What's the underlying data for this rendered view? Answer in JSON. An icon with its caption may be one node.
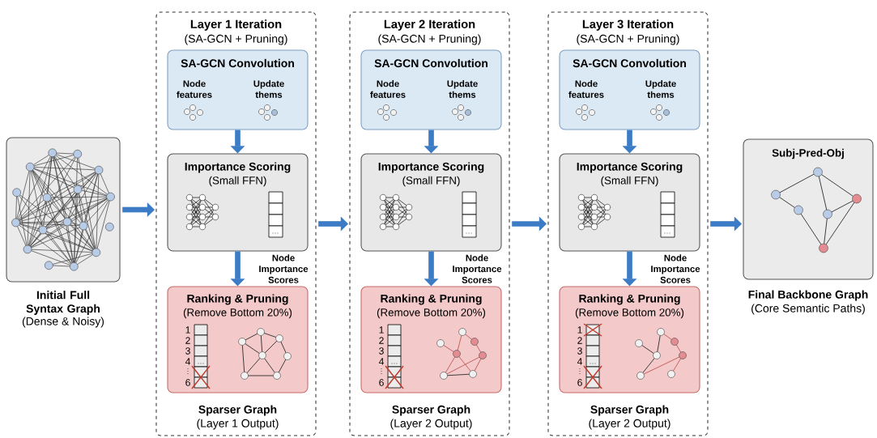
{
  "diagram": {
    "nodes": [
      {
        "text": [],
        "shape": "box",
        "beside": [
          "Initial Full Syntax Graph",
          "(Dense & Noisy)"
        ]
      },
      {
        "text": [
          "Layer 1 Iteration",
          "(SA-GCN + Pruning)"
        ]
      },
      {
        "text": [
          "SA-GCN Convolution",
          "Node features",
          "Update thems"
        ],
        "in": 1
      },
      {
        "text": [
          "Importance Scoring",
          "(Small FFN)",
          "Node Importance Scores"
        ],
        "in": 1
      },
      {
        "text": [
          "Ranking & Pruning",
          "(Remove Bottom 20%)",
          "1",
          "2",
          "3",
          "4",
          "6"
        ],
        "in": 1,
        "beside": [
          "Sparser Graph",
          "(Layer 1 Output)"
        ]
      },
      {
        "text": [
          "Layer 2 Iteration",
          "(SA-GCN + Pruning)"
        ]
      },
      {
        "text": [
          "SA-GCN Convolution",
          "Node features",
          "Update thems"
        ],
        "in": 5
      },
      {
        "text": [
          "Importance Scoring",
          "(Small FFN)",
          "Node Importance Scores"
        ],
        "in": 5
      },
      {
        "text": [
          "Ranking & Pruning",
          "(Remove Bottom 20%)",
          "1",
          "2",
          "3",
          "4",
          "6"
        ],
        "in": 5,
        "beside": [
          "Sparser Graph",
          "(Layer 2 Output)"
        ]
      },
      {
        "text": [
          "Layer 3 Iteration",
          "(SA-GCN + Pruning)"
        ]
      },
      {
        "text": [
          "SA-GCN Convolution",
          "Node features",
          "Update thems"
        ],
        "in": 9
      },
      {
        "text": [
          "Importance Scoring",
          "(Small FFN)",
          "Node Importance Scores"
        ],
        "in": 9
      },
      {
        "text": [
          "Ranking & Pruning",
          "(Remove Bottom 20%)",
          "1",
          "2",
          "3",
          "4",
          "6"
        ],
        "in": 9,
        "beside": [
          "Sparser Graph",
          "(Layer 2 Output)"
        ]
      },
      {
        "text": [
          "Subj-Pred-Obj"
        ],
        "beside": [
          "Final Backbone Graph",
          "(Core Semantic Paths)"
        ]
      }
    ],
    "edges": [
      {
        "from": 0,
        "to": 1,
        "arrow": "to"
      },
      {
        "from": 2,
        "to": 3,
        "arrow": "to"
      },
      {
        "from": 3,
        "to": 4,
        "arrow": "to"
      },
      {
        "from": 1,
        "to": 5,
        "arrow": "to"
      },
      {
        "from": 6,
        "to": 7,
        "arrow": "to"
      },
      {
        "from": 7,
        "to": 8,
        "arrow": "to"
      },
      {
        "from": 5,
        "to": 9,
        "arrow": "to"
      },
      {
        "from": 10,
        "to": 11,
        "arrow": "to"
      },
      {
        "from": 11,
        "to": 12,
        "arrow": "to"
      },
      {
        "from": 9,
        "to": 13,
        "arrow": "to"
      }
    ]
  }
}
